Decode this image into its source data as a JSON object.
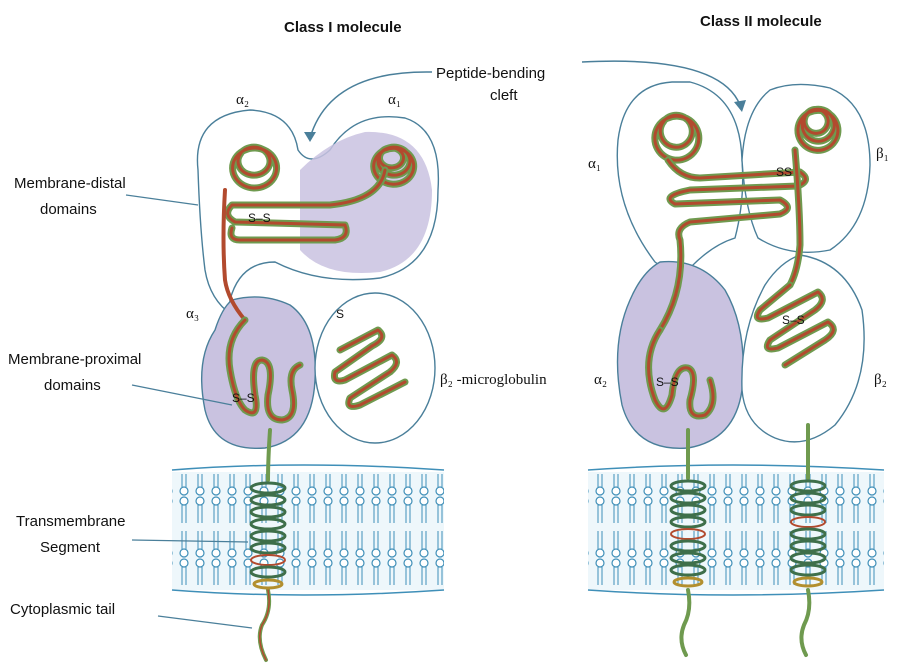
{
  "titles": {
    "class1": "Class I molecule",
    "class2": "Class II molecule"
  },
  "labels": {
    "cleft_line1": "Peptide-bending",
    "cleft_line2": "cleft",
    "distal_line1": "Membrane-distal",
    "distal_line2": "domains",
    "proximal_line1": "Membrane-proximal",
    "proximal_line2": "domains",
    "transmem_line1": "Transmembrane",
    "transmem_line2": "Segment",
    "cyto": "Cytoplasmic tail",
    "b2m": "β₂ -microglobulin",
    "s_single": "S",
    "ss": "S–S",
    "ss_compact": "SS"
  },
  "domains": {
    "c1_alpha1": "α₁",
    "c1_alpha2": "α₂",
    "c1_alpha3": "α₃",
    "c2_alpha1": "α₁",
    "c2_alpha2": "α₂",
    "c2_beta1": "β₁",
    "c2_beta2": "β₂"
  },
  "colors": {
    "outline": "#4a7f9a",
    "shaded": "#c9c2e0",
    "chain_red": "#b24a2e",
    "chain_green": "#6f9a4f",
    "membrane": "#3f8fb8",
    "helix": "#3e6f4a"
  }
}
